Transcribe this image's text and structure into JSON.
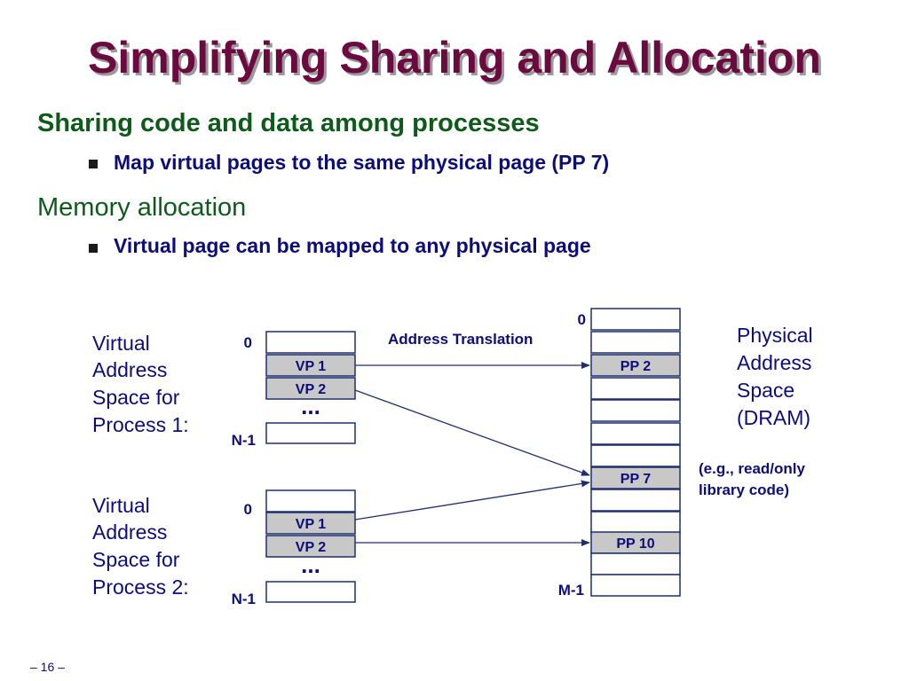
{
  "title": "Simplifying Sharing and Allocation",
  "sections": [
    {
      "heading": "Sharing code and data among processes",
      "bullet": "Map virtual pages to the same physical page (PP 7)"
    },
    {
      "heading": "Memory allocation",
      "bullet": "Virtual page can be mapped to any physical page"
    }
  ],
  "diagram": {
    "vas1_label": [
      "Virtual",
      "Address",
      "Space for",
      "Process 1:"
    ],
    "vas2_label": [
      "Virtual",
      "Address",
      "Space for",
      "Process 2:"
    ],
    "pas_label": [
      "Physical",
      "Address",
      "Space",
      "(DRAM)"
    ],
    "translation_label": "Address Translation",
    "shared_note": [
      "(e.g., read/only",
      "library code)"
    ],
    "vas1": {
      "top": "0",
      "bottom": "N-1",
      "pages": [
        "VP 1",
        "VP 2"
      ],
      "ellipsis": "..."
    },
    "vas2": {
      "top": "0",
      "bottom": "N-1",
      "pages": [
        "VP 1",
        "VP 2"
      ],
      "ellipsis": "..."
    },
    "pas": {
      "top": "0",
      "bottom": "M-1",
      "pp2": "PP 2",
      "pp7": "PP 7",
      "pp10": "PP 10"
    },
    "colors": {
      "page_fill": "#c8c8c8",
      "frame_stroke": "#1e2f6e",
      "arrow": "#1e2f6e"
    }
  },
  "footer": "– 16 –"
}
